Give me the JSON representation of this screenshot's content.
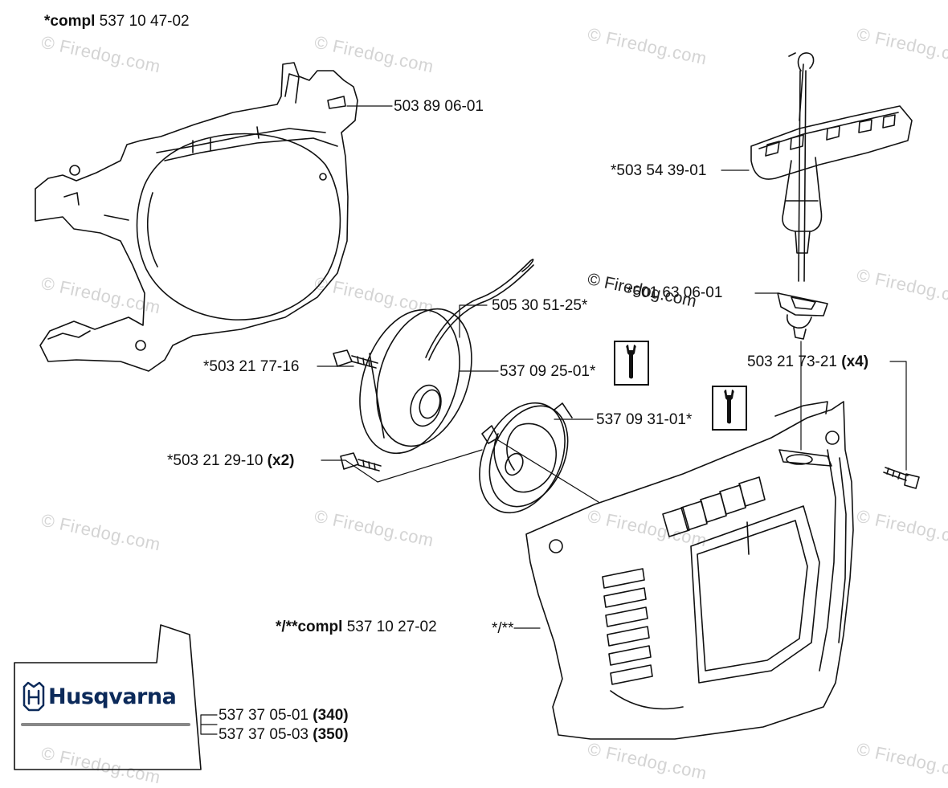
{
  "header": {
    "assembly_prefix": "*compl",
    "assembly_number": "537 10 47-02"
  },
  "watermark": {
    "text": "© Firedog.com"
  },
  "parts": {
    "frame": {
      "number": "503 89 06-01"
    },
    "handle": {
      "number": "*503 54 39-01"
    },
    "grommet": {
      "number": "*501 63 06-01"
    },
    "rope": {
      "number": "505 30 51-25*"
    },
    "screw_pulley": {
      "number": "*503 21 77-16"
    },
    "pulley": {
      "number": "537 09 25-01*"
    },
    "spring": {
      "number": "537 09 31-01*"
    },
    "screw_spring": {
      "number": "*503 21 29-10",
      "qty": "(x2)"
    },
    "screw_cover": {
      "number": "503 21 73-21",
      "qty": "(x4)"
    },
    "cover": {
      "prefix": "*/**compl",
      "number": "537 10 27-02",
      "callout": "*/**"
    },
    "decal_340": {
      "number": "537 37 05-01",
      "model": "(340)"
    },
    "decal_350": {
      "number": "537 37 05-03",
      "model": "(350)"
    }
  },
  "decal": {
    "brand": "Husqvarna"
  },
  "colors": {
    "line": "#111111",
    "watermark": "#d4d4d4",
    "brand": "#0c2a5a"
  }
}
